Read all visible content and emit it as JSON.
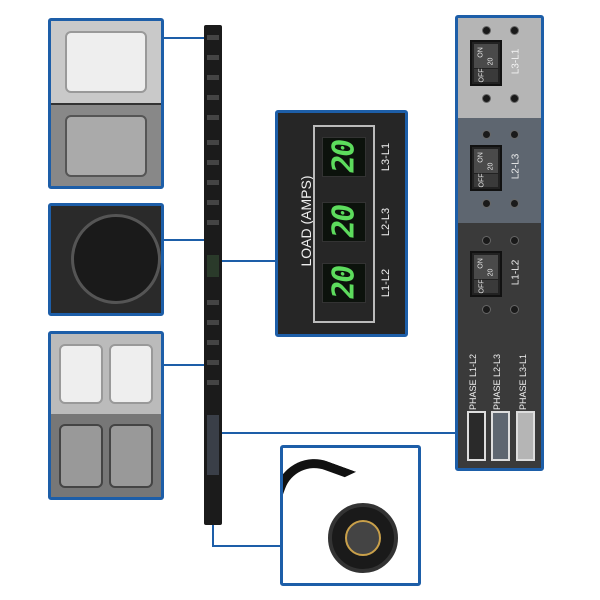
{
  "load_display": {
    "title": "LOAD (AMPS)",
    "readings": [
      {
        "phase": "L3-L1",
        "value": "20"
      },
      {
        "phase": "L2-L3",
        "value": "20"
      },
      {
        "phase": "L1-L2",
        "value": "20"
      }
    ],
    "digit_color": "#5ddc5d"
  },
  "breaker_panel": {
    "breakers": [
      {
        "phase": "L3-L1",
        "on_label": "ON",
        "off_label": "OFF",
        "rating": "20"
      },
      {
        "phase": "L2-L3",
        "on_label": "ON",
        "off_label": "OFF",
        "rating": "20"
      },
      {
        "phase": "L1-L2",
        "on_label": "ON",
        "off_label": "OFF",
        "rating": "20"
      }
    ],
    "phase_labels": [
      "PHASE  L1-L2",
      "PHASE  L2-L3",
      "PHASE  L3-L1"
    ]
  },
  "colors": {
    "callout_border": "#1d5ea8"
  }
}
